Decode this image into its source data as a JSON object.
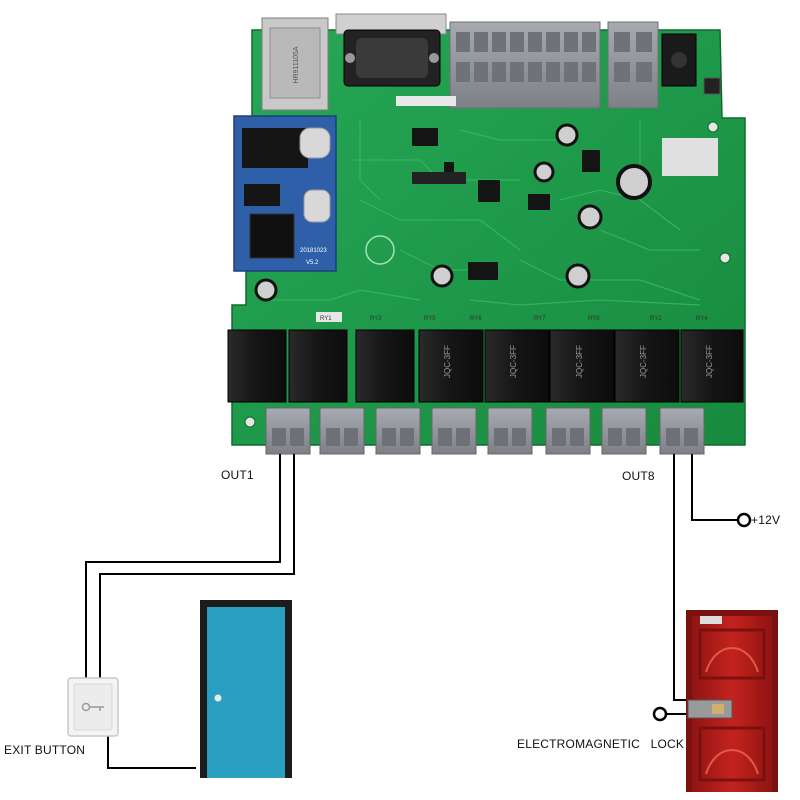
{
  "labels": {
    "out1": "OUT1",
    "out8": "OUT8",
    "power": "+12V",
    "exit_button": "EXIT BUTTON",
    "lock": "ELECTROMAGNETIC   LOCK"
  },
  "board": {
    "color": "#1f9e4a",
    "relay_count": 8,
    "relay_labels": [
      "RY1",
      "RY3",
      "RY5",
      "RY6",
      "RY7",
      "RY8",
      "RY2",
      "RY4"
    ],
    "relay_brand": "JQC-3FF",
    "ethernet_module": "HR911105A",
    "module_date": "20181023",
    "module_version": "V5.2"
  },
  "colors": {
    "wire": "#000000",
    "door_frame": "#1c1c1c",
    "door_panel": "#2aa0c0",
    "lock_door": "#b51f1c",
    "terminal": "#8c9096",
    "relay": "#141414",
    "button_plate": "#f2f2f2"
  }
}
